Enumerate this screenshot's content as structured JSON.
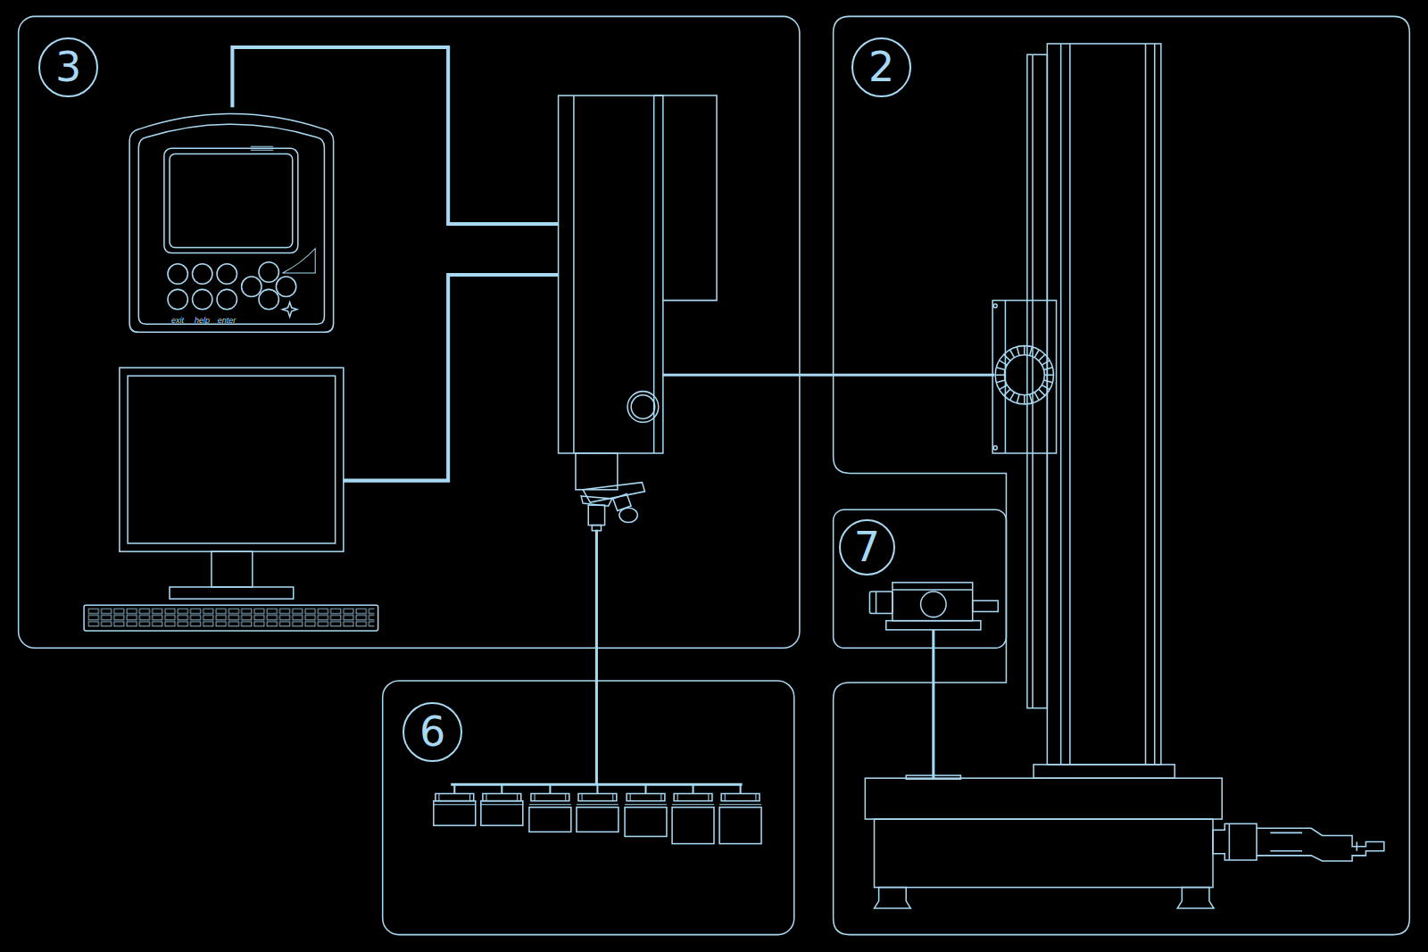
{
  "diagram": {
    "nodes": [
      {
        "text": [
          "3"
        ]
      },
      {
        "text": [
          "2"
        ]
      },
      {
        "text": [
          "7"
        ]
      },
      {
        "text": [
          "6"
        ]
      }
    ],
    "labels": [
      "exit",
      "help",
      "enter"
    ]
  }
}
